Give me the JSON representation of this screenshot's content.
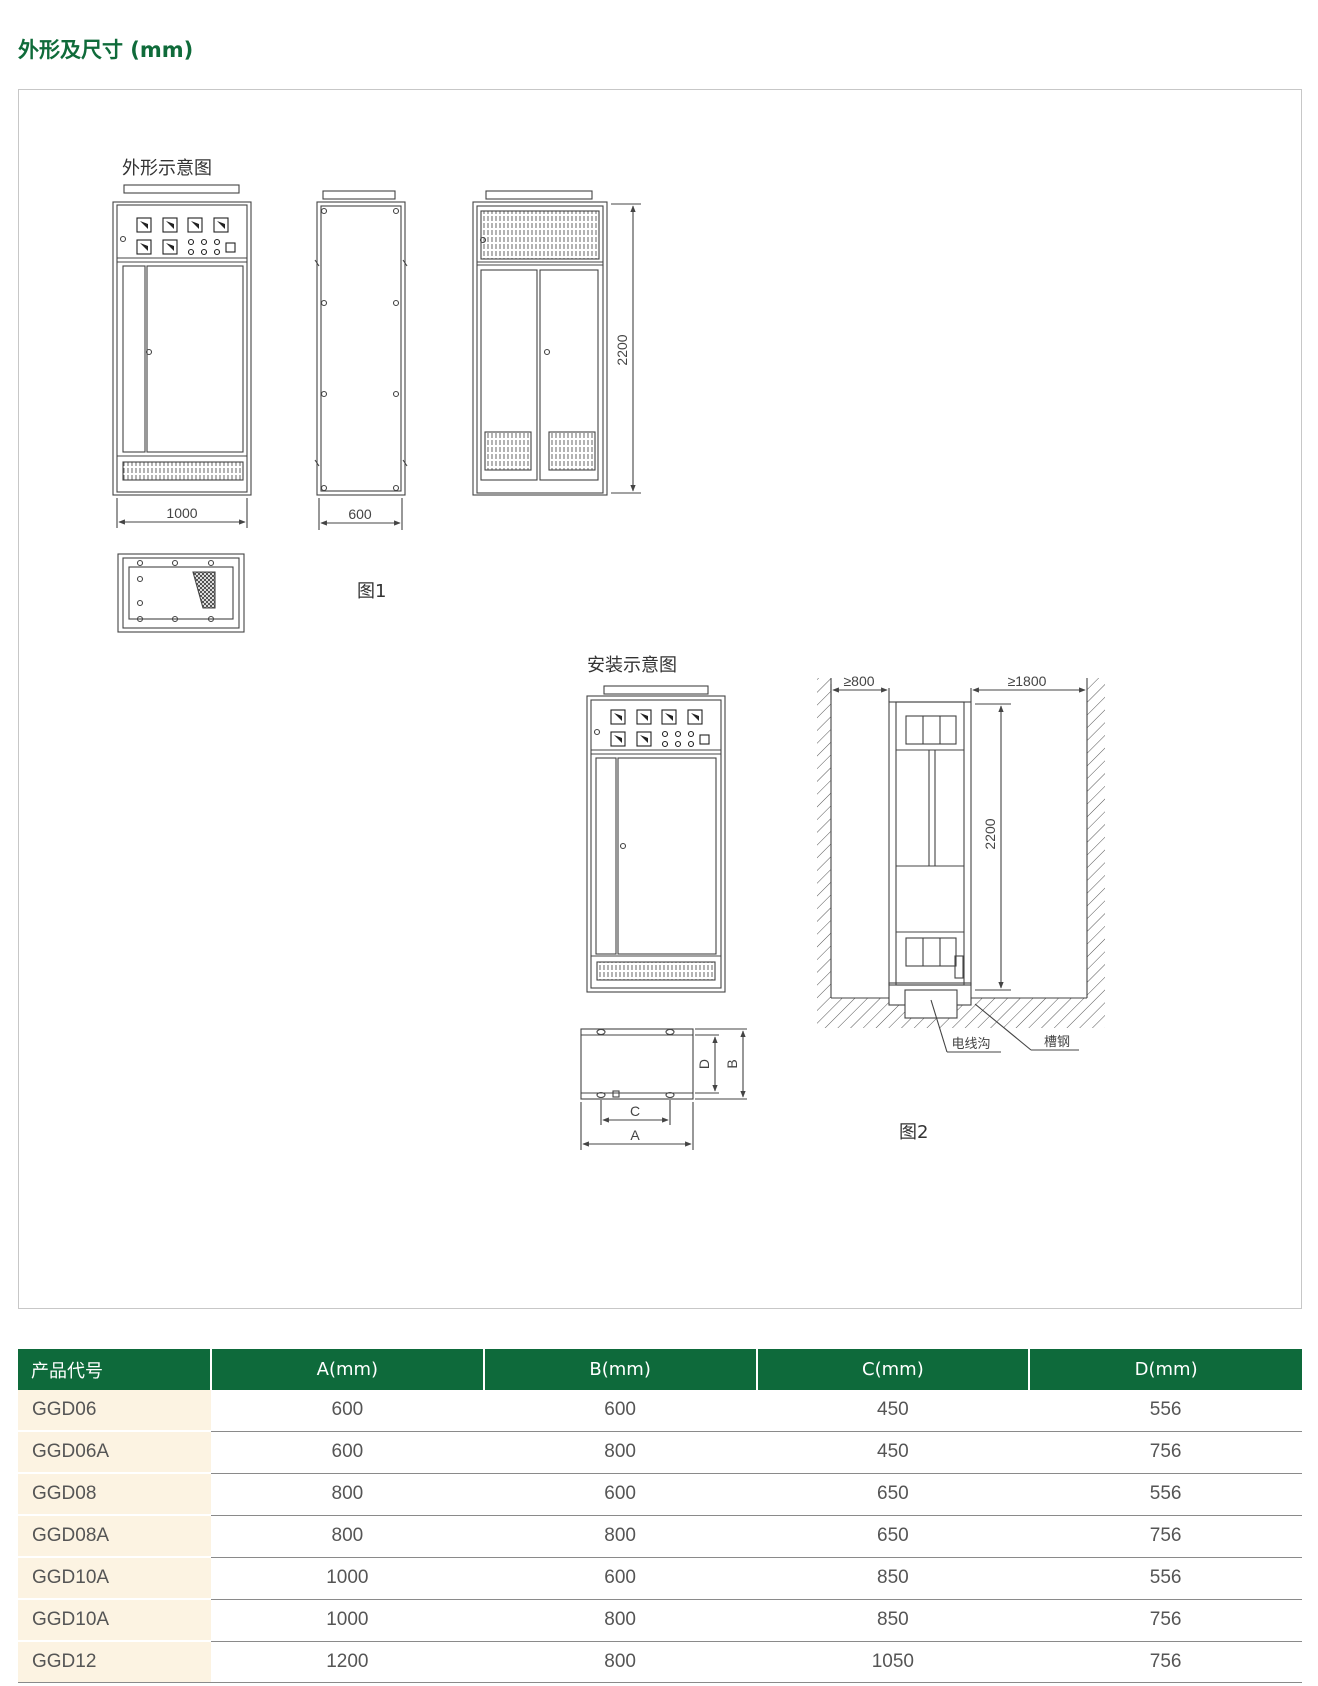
{
  "page": {
    "title": "外形及尺寸 (mm)"
  },
  "diagram": {
    "outline_caption": "外形示意图",
    "install_caption": "安装示意图",
    "figure1_label": "图1",
    "figure2_label": "图2",
    "dimensions": {
      "front_width": "1000",
      "side_depth": "600",
      "rear_height": "2200",
      "front_clearance": "≥800",
      "rear_clearance": "≥1800",
      "install_height": "2200",
      "plan_c": "C",
      "plan_a": "A",
      "plan_d": "D",
      "plan_b": "B"
    },
    "callouts": {
      "cable_trench": "电线沟",
      "channel_steel": "槽钢"
    }
  },
  "spec_table": {
    "headers": [
      "产品代号",
      "A(mm)",
      "B(mm)",
      "C(mm)",
      "D(mm)"
    ],
    "rows": [
      [
        "GGD06",
        "600",
        "600",
        "450",
        "556"
      ],
      [
        "GGD06A",
        "600",
        "800",
        "450",
        "756"
      ],
      [
        "GGD08",
        "800",
        "600",
        "650",
        "556"
      ],
      [
        "GGD08A",
        "800",
        "800",
        "650",
        "756"
      ],
      [
        "GGD10A",
        "1000",
        "600",
        "850",
        "556"
      ],
      [
        "GGD10A",
        "1000",
        "800",
        "850",
        "756"
      ],
      [
        "GGD12",
        "1200",
        "800",
        "1050",
        "756"
      ]
    ]
  },
  "colors": {
    "accent_green": "#0e6a3b",
    "first_column_bg": "#fcf3e2",
    "line": "#444444"
  }
}
